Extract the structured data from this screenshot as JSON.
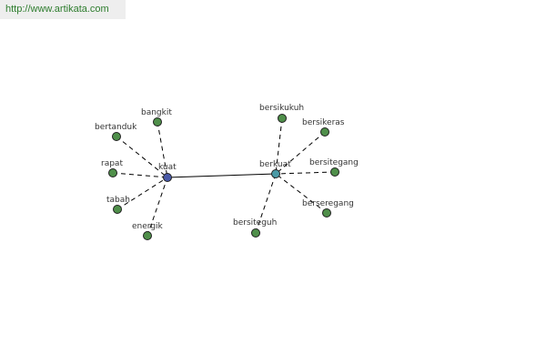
{
  "watermark": "http://www.artikata.com",
  "colors": {
    "leaf_node": "#4f8f4a",
    "center_left": "#4a5aa8",
    "center_right": "#4a9aa6",
    "edge": "#000000"
  },
  "centers": [
    {
      "id": "kuat",
      "label": "kuat",
      "color": "center_left"
    },
    {
      "id": "berkuat",
      "label": "berkuat",
      "color": "center_right"
    }
  ],
  "leaves": [
    {
      "id": "bangkit",
      "label": "bangkit",
      "parent": "kuat"
    },
    {
      "id": "bertanduk",
      "label": "bertanduk",
      "parent": "kuat"
    },
    {
      "id": "rapat",
      "label": "rapat",
      "parent": "kuat"
    },
    {
      "id": "tabah",
      "label": "tabah",
      "parent": "kuat"
    },
    {
      "id": "energik",
      "label": "energik",
      "parent": "kuat"
    },
    {
      "id": "bersikukuh",
      "label": "bersikukuh",
      "parent": "berkuat"
    },
    {
      "id": "bersikeras",
      "label": "bersikeras",
      "parent": "berkuat"
    },
    {
      "id": "bersitegang",
      "label": "bersitegang",
      "parent": "berkuat"
    },
    {
      "id": "berseregang",
      "label": "berseregang",
      "parent": "berkuat"
    },
    {
      "id": "bersiteguh",
      "label": "bersiteguh",
      "parent": "berkuat"
    }
  ],
  "main_edge": [
    "kuat",
    "berkuat"
  ]
}
